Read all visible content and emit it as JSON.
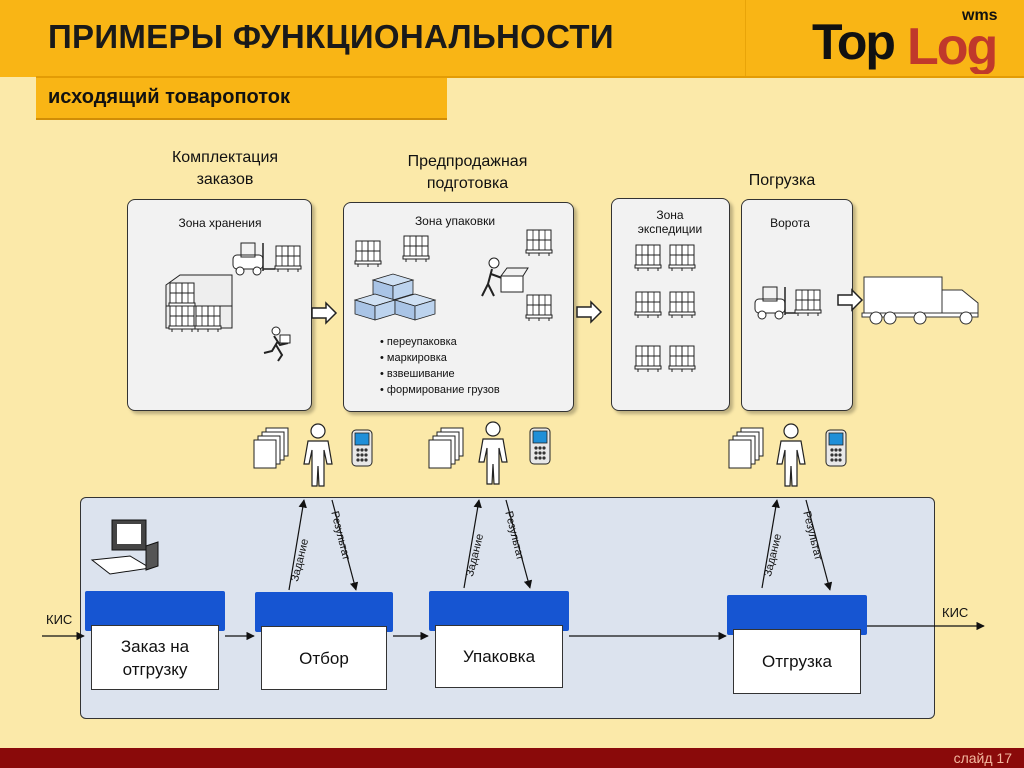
{
  "header": {
    "title": "ПРИМЕРЫ ФУНКЦИОНАЛЬНОСТИ",
    "logo_top": "Top",
    "logo_log": "Log",
    "logo_wms": "wms"
  },
  "subtitle": "исходящий товаропоток",
  "stages": {
    "picking": [
      "Комплектация",
      "заказов"
    ],
    "presale": [
      "Предпродажная",
      "подготовка"
    ],
    "loading": "Погрузка"
  },
  "zones": {
    "storage": "Зона хранения",
    "packing": "Зона упаковки",
    "expedition": [
      "Зона",
      "экспедиции"
    ],
    "gate": "Ворота"
  },
  "packing_operations": [
    "переупаковка",
    "маркировка",
    "взвешивание",
    "формирование грузов"
  ],
  "flows": {
    "task": "Задание",
    "result": "Результат"
  },
  "system": {
    "kis_in": "КИС",
    "kis_out": "КИС",
    "processes": [
      [
        "Заказ на",
        "отгрузку"
      ],
      [
        "Отбор"
      ],
      [
        "Упаковка"
      ],
      [
        "Отгрузка"
      ]
    ]
  },
  "footer": "слайд 17",
  "colors": {
    "header": "#f9b515",
    "background": "#fbe9a9",
    "process_bar": "#1655d2",
    "system_area": "#dce3ee",
    "footer": "#8a0a0a",
    "logo_red": "#c0392b"
  },
  "icons": [
    "truck-icon",
    "forklift-icon",
    "pallet-icon",
    "worker-icon",
    "documents-icon",
    "person-icon",
    "scanner-icon",
    "computer-icon",
    "arrow-icon"
  ]
}
